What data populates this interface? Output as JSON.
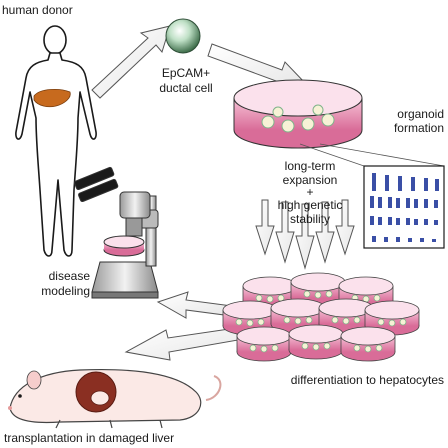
{
  "labels": {
    "human_donor": "human donor",
    "cell_line1": "EpCAM+",
    "cell_line2": "ductal cell",
    "organoid_line1": "organoid",
    "organoid_line2": "formation",
    "expansion_line1": "long-term",
    "expansion_line2": "expansion",
    "expansion_plus": "+",
    "expansion_line3": "high genetic",
    "expansion_line4": "stability",
    "disease_line1": "disease",
    "disease_line2": "modeling",
    "differentiation": "differentiation to hepatocytes",
    "transplantation": "transplantation in damaged liver"
  },
  "colors": {
    "dish_pink": "#ef9fc0",
    "dish_pink_dark": "#d96c98",
    "cell_green": "#7fb38a",
    "liver_orange": "#c76a1e",
    "mouse_patch": "#8a2f22",
    "mouse_body": "#fbe9e6",
    "arrow_outline": "#555555"
  }
}
